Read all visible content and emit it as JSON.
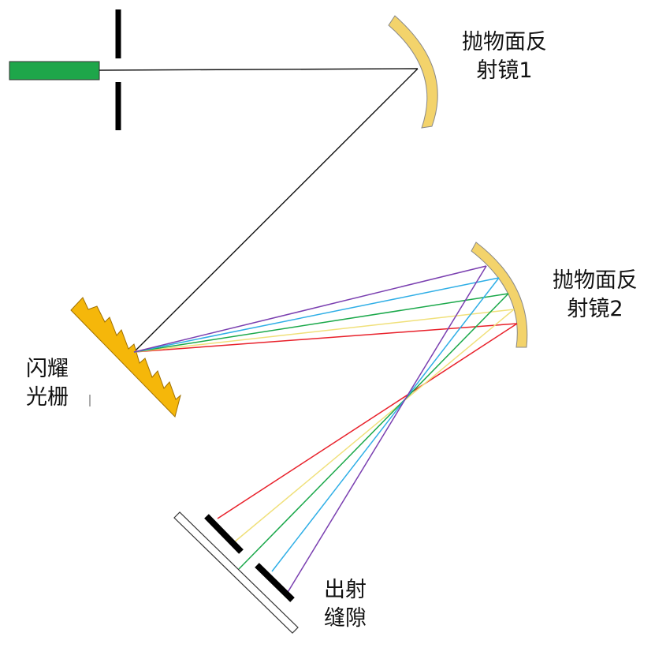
{
  "labels": {
    "mirror1": {
      "line1": "抛物面反",
      "line2": "射镜1"
    },
    "mirror2": {
      "line1": "抛物面反",
      "line2": "射镜2"
    },
    "grating": {
      "line1": "闪耀",
      "line2": "光栅"
    },
    "exit_slit": {
      "line1": "出射",
      "line2": "缝隙"
    }
  },
  "colors": {
    "laser": "#1ea64a",
    "mirror": "#f3d36b",
    "grating": "#f5b70a",
    "slit": "#000000",
    "beam": "#000000",
    "spectrum": [
      "#e8202a",
      "#f0e07a",
      "#1aa84a",
      "#2eaee6",
      "#7a3fb0"
    ]
  }
}
